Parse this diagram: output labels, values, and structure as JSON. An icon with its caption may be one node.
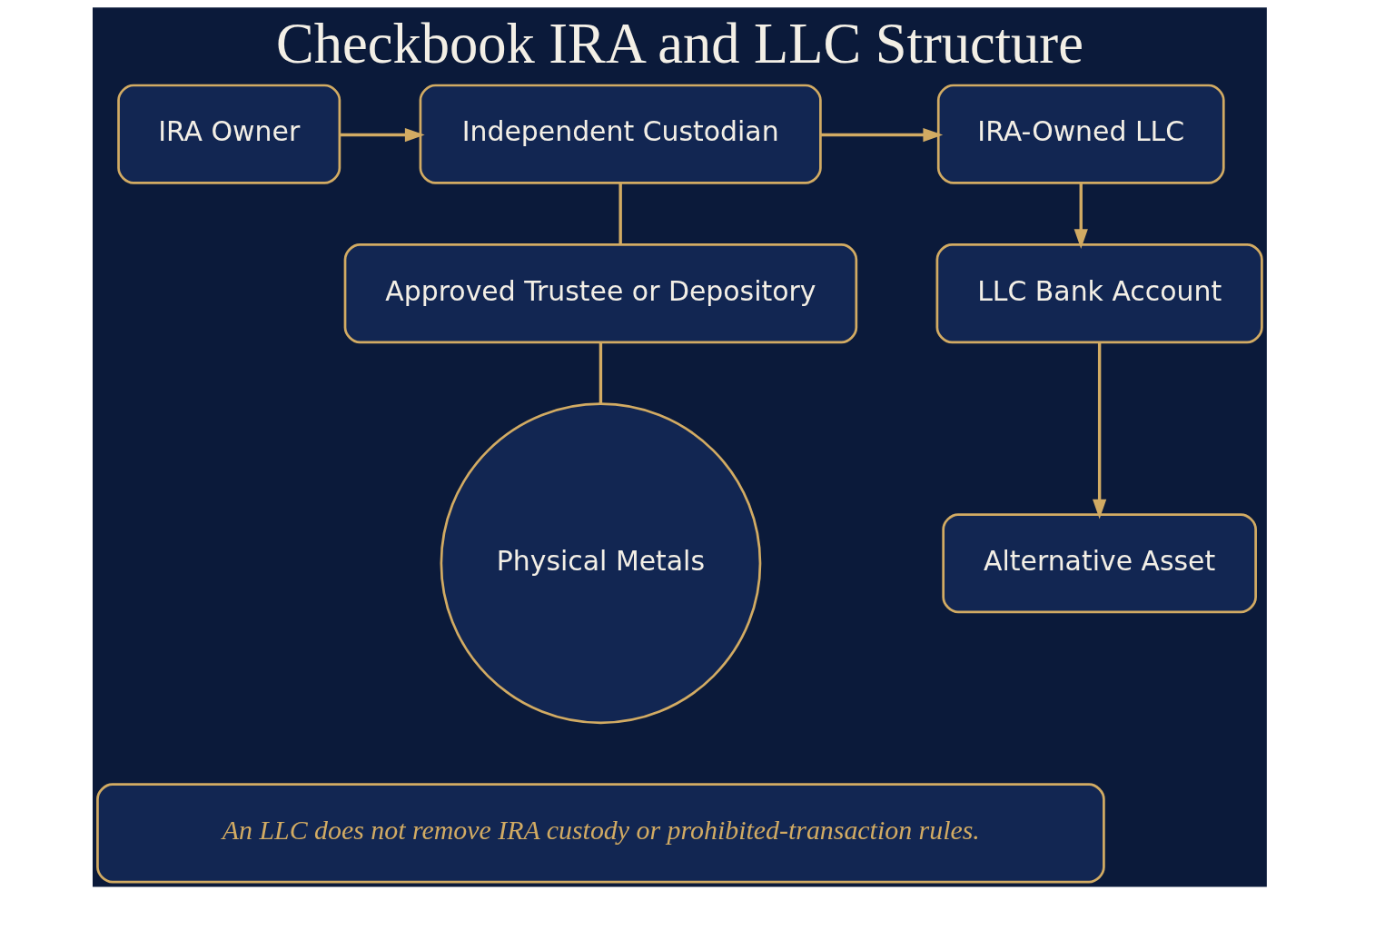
{
  "diagram": {
    "title": "Checkbook IRA and LLC Structure",
    "nodes": [
      {
        "text": [
          "IRA Owner"
        ]
      },
      {
        "text": [
          "Independent Custodian"
        ]
      },
      {
        "text": [
          "IRA-Owned LLC"
        ]
      },
      {
        "text": [
          "Approved Trustee or Depository"
        ]
      },
      {
        "text": [
          "LLC Bank Account"
        ]
      },
      {
        "text": [
          "Physical Metals"
        ]
      },
      {
        "text": [
          "Alternative Asset"
        ]
      },
      {
        "text": [
          "An LLC does not remove IRA custody or prohibited-transaction rules."
        ]
      }
    ],
    "edges": [
      {
        "from": 0,
        "to": 1,
        "arrow": "to"
      },
      {
        "from": 1,
        "to": 2,
        "arrow": "to"
      },
      {
        "from": 1,
        "to": 3,
        "arrow": "none"
      },
      {
        "from": 2,
        "to": 4,
        "arrow": "to"
      },
      {
        "from": 3,
        "to": 5,
        "arrow": "none"
      },
      {
        "from": 4,
        "to": 6,
        "arrow": "to"
      }
    ]
  }
}
